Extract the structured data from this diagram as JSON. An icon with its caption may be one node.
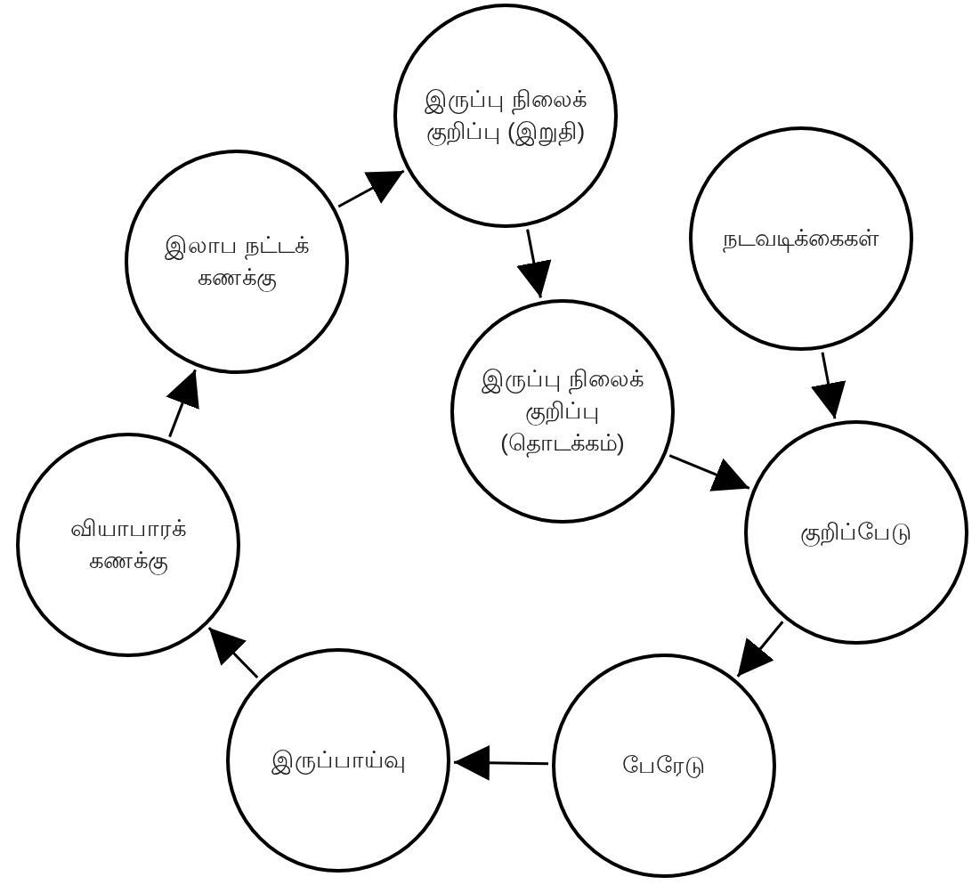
{
  "diagram": {
    "nodes": [
      {
        "text": [
          "இருப்பு நிலைக் குறிப்பு (இறுதி)"
        ]
      },
      {
        "text": [
          "இலாப நட்டக் கணக்கு"
        ]
      },
      {
        "text": [
          "நடவடிக்கைகள்"
        ]
      },
      {
        "text": [
          "இருப்பு நிலைக் குறிப்பு (தொடக்கம்)"
        ]
      },
      {
        "text": [
          "குறிப்பேடு"
        ]
      },
      {
        "text": [
          "வியாபாரக் கணக்கு"
        ]
      },
      {
        "text": [
          "இருப்பாய்வு"
        ]
      },
      {
        "text": [
          "பேரேடு"
        ]
      }
    ],
    "edges": [
      {
        "from": 1,
        "to": 0,
        "arrow": "to"
      },
      {
        "from": 0,
        "to": 3,
        "arrow": "to"
      },
      {
        "from": 2,
        "to": 4,
        "arrow": "to"
      },
      {
        "from": 3,
        "to": 4,
        "arrow": "to"
      },
      {
        "from": 4,
        "to": 7,
        "arrow": "to"
      },
      {
        "from": 7,
        "to": 6,
        "arrow": "to"
      },
      {
        "from": 6,
        "to": 5,
        "arrow": "to"
      },
      {
        "from": 5,
        "to": 1,
        "arrow": "to"
      }
    ]
  }
}
